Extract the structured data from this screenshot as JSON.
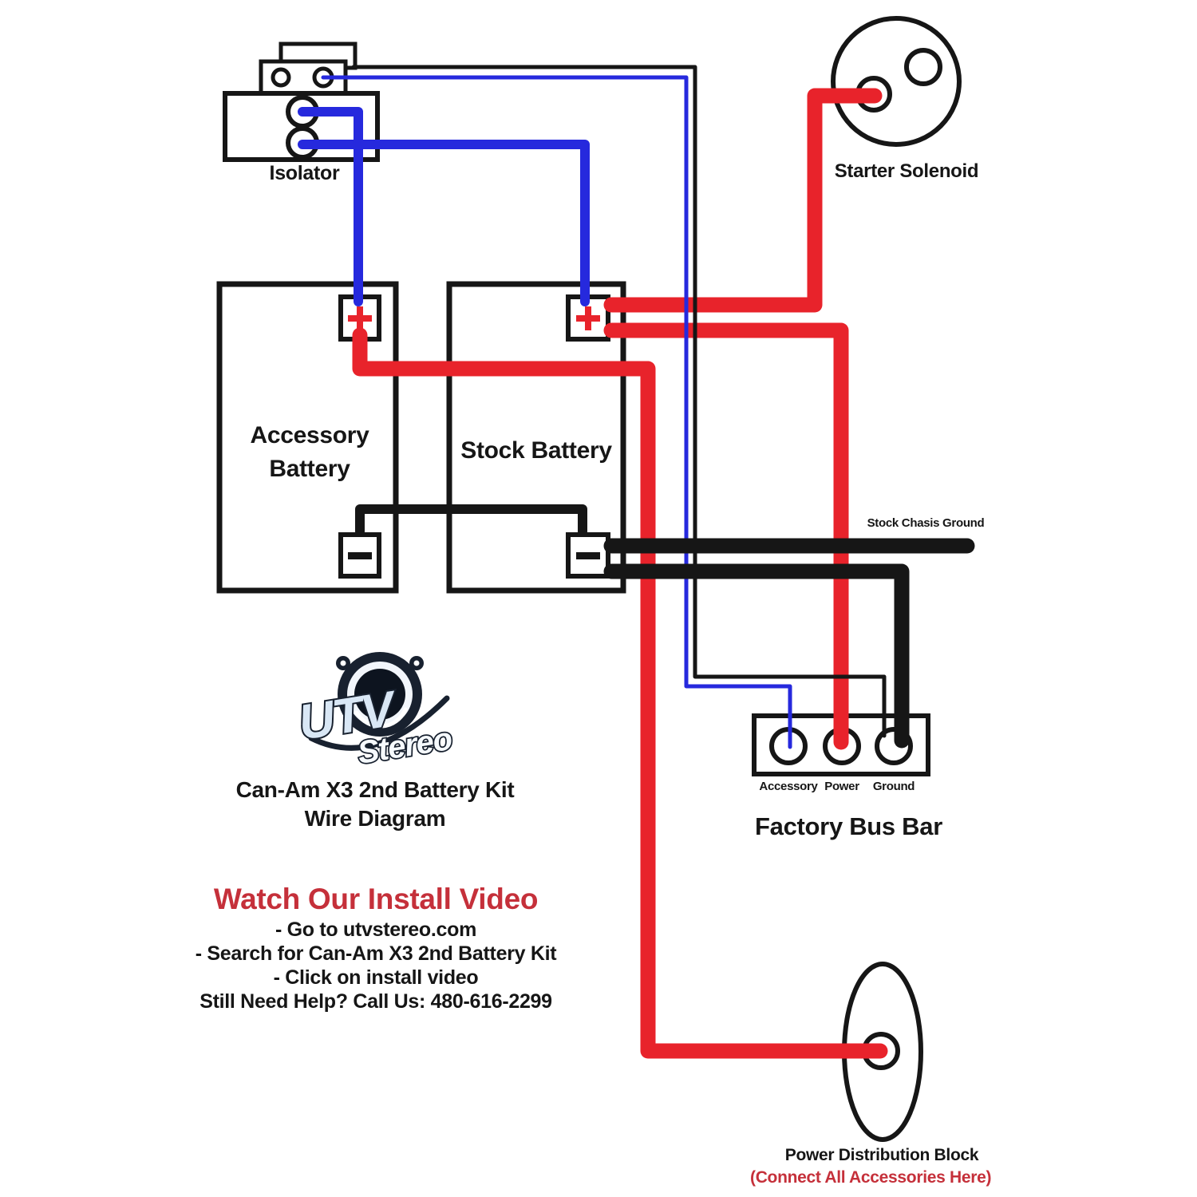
{
  "colors": {
    "wire_red": "#e8232b",
    "wire_blue": "#2629dd",
    "ink": "#161616",
    "heading_red": "#c5303a",
    "logo_navy": "#18212f",
    "logo_light": "#d9e7f5"
  },
  "diagram": {
    "isolator": {
      "label": "Isolator"
    },
    "starter_solenoid": {
      "label": "Starter Solenoid"
    },
    "accessory_battery": {
      "line1": "Accessory",
      "line2": "Battery"
    },
    "stock_battery": {
      "label": "Stock Battery"
    },
    "ground_wire": {
      "label": "Stock Chasis Ground"
    },
    "factory_bus_bar": {
      "label": "Factory Bus Bar",
      "terminals": [
        "Accessory",
        "Power",
        "Ground"
      ]
    },
    "power_distribution_block": {
      "label": "Power Distribution Block",
      "sublabel": "(Connect All Accessories Here)"
    }
  },
  "branding": {
    "logo_word1": "UTV",
    "logo_word2": "Stereo",
    "title_line1": "Can-Am X3 2nd Battery Kit",
    "title_line2": "Wire Diagram"
  },
  "instructions": {
    "heading": "Watch Our Install Video",
    "lines": [
      "- Go to utvstereo.com",
      "- Search for Can-Am X3 2nd Battery Kit",
      "- Click on install video",
      "Still Need Help? Call Us: 480-616-2299"
    ]
  }
}
